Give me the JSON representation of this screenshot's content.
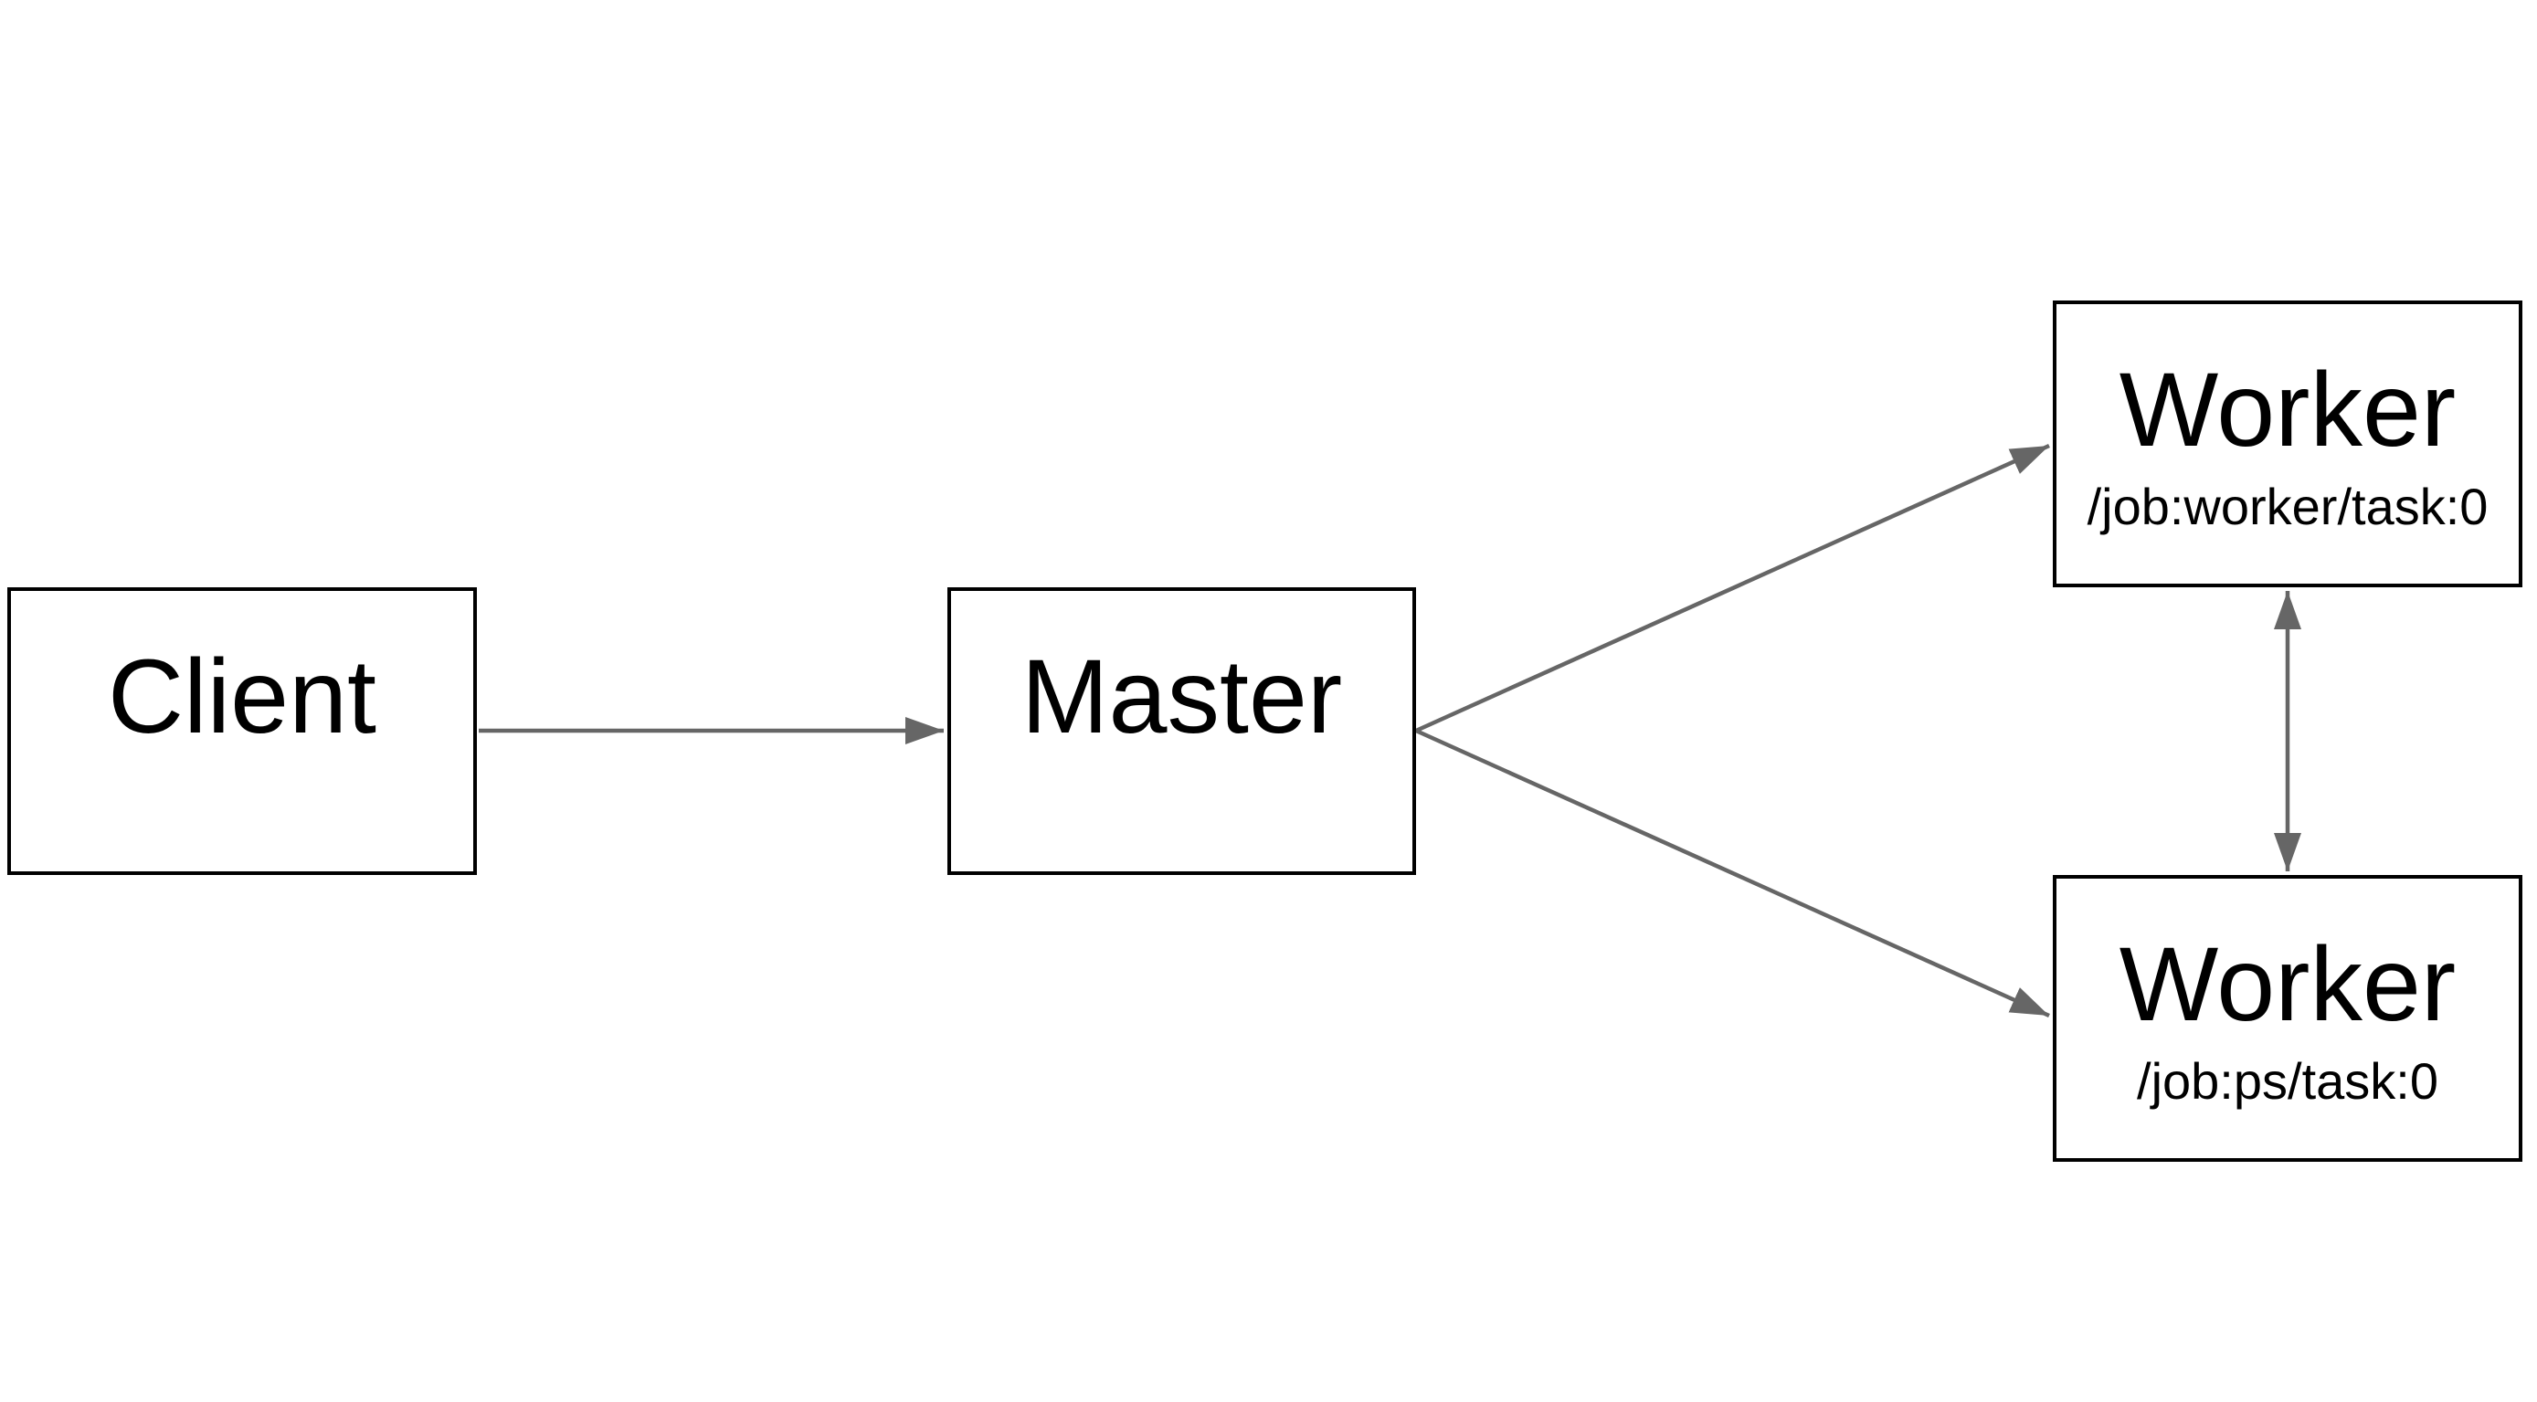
{
  "diagram": {
    "nodes": {
      "client": {
        "label": "Client"
      },
      "master": {
        "label": "Master"
      },
      "worker_task": {
        "label": "Worker",
        "sublabel": "/job:worker/task:0"
      },
      "worker_ps": {
        "label": "Worker",
        "sublabel": "/job:ps/task:0"
      }
    },
    "edges": [
      {
        "from": "client",
        "to": "master",
        "direction": "one-way"
      },
      {
        "from": "master",
        "to": "worker_task",
        "direction": "one-way"
      },
      {
        "from": "master",
        "to": "worker_ps",
        "direction": "one-way"
      },
      {
        "from": "worker_task",
        "to": "worker_ps",
        "direction": "two-way"
      }
    ],
    "colors": {
      "arrow": "#666666",
      "border": "#000000",
      "text": "#000000",
      "background": "#ffffff"
    }
  }
}
